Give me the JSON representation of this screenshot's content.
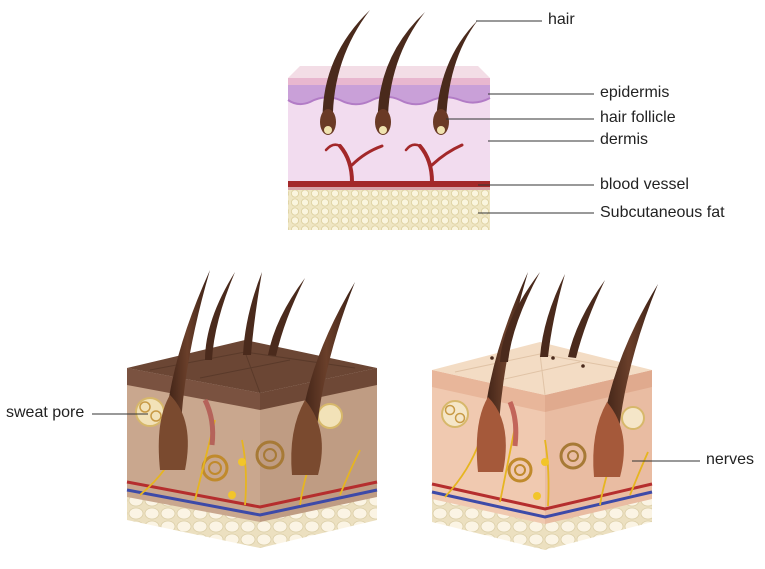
{
  "labels": {
    "hair": "hair",
    "epidermis": "epidermis",
    "hair_follicle": "hair follicle",
    "dermis": "dermis",
    "blood_vessel": "blood vessel",
    "subcutaneous_fat": "Subcutaneous fat",
    "sweat_pore": "sweat pore",
    "nerves": "nerves"
  },
  "colors": {
    "epidermis": "#c9a0d8",
    "dermis": "#f2dcef",
    "fat": "#f3eccb",
    "vessel": "#a3282a",
    "hair": "#4a2a1c",
    "dark_skin": "#6b4634",
    "light_skin": "#f0c9b0",
    "nerve": "#e6b520"
  }
}
